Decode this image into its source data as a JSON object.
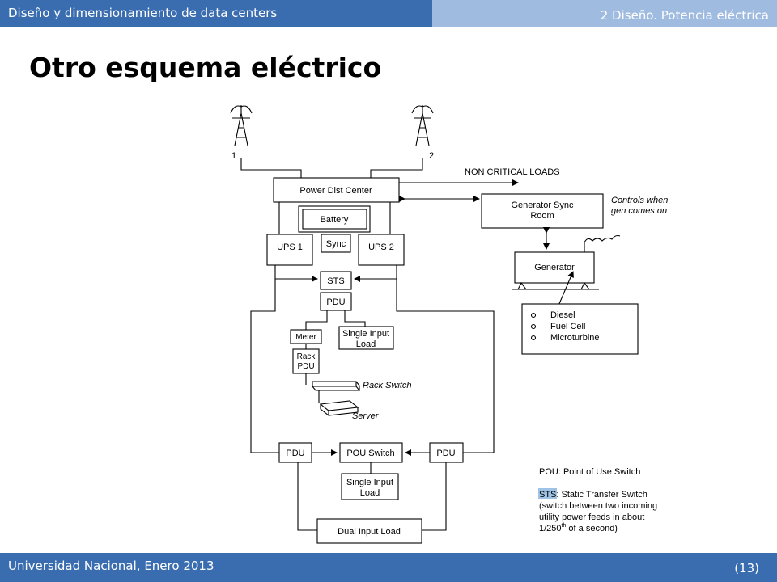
{
  "header": {
    "left_title": "Diseño y dimensionamiento de data centers",
    "right_title": "2 Diseño. Potencia eléctrica"
  },
  "slide": {
    "title": "Otro esquema eléctrico"
  },
  "footer": {
    "left_text": "Universidad Nacional, Enero 2013",
    "page": "(13)"
  },
  "colors": {
    "header_dark": "#3a6db0",
    "header_light": "#9fbbe0",
    "sts_highlight": "#9fc3e6"
  },
  "diagram": {
    "utility_1": "1",
    "utility_2": "2",
    "power_dist_center": "Power Dist Center",
    "non_critical_loads": "NON CRITICAL LOADS",
    "battery": "Battery",
    "ups1": "UPS 1",
    "sync": "Sync",
    "ups2": "UPS 2",
    "sts": "STS",
    "pdu": "PDU",
    "meter": "Meter",
    "single_input_load_line1": "Single Input",
    "single_input_load_line2": "Load",
    "rack_pdu_line1": "Rack",
    "rack_pdu_line2": "PDU",
    "rack_switch": "Rack Switch",
    "server": "Server",
    "generator_sync_line1": "Generator Sync",
    "generator_sync_line2": "Room",
    "controls_line1": "Controls when",
    "controls_line2": "gen comes on",
    "generator": "Generator",
    "gen_options": [
      "Diesel",
      "Fuel Cell",
      "Microturbine"
    ],
    "pdu_left": "PDU",
    "pou_switch": "POU Switch",
    "pdu_right": "PDU",
    "single_input_load_b_line1": "Single Input",
    "single_input_load_b_line2": "Load",
    "dual_input_load": "Dual Input Load"
  },
  "legend": {
    "pou": "POU: Point of Use Switch",
    "sts_abbr": "STS",
    "sts_def": ": Static Transfer Switch",
    "sts_line2": "(switch between two incoming",
    "sts_line3": "utility power feeds in about",
    "sts_line4_pre": "1/250",
    "sts_line4_sup": "th",
    "sts_line4_post": " of a second)"
  }
}
